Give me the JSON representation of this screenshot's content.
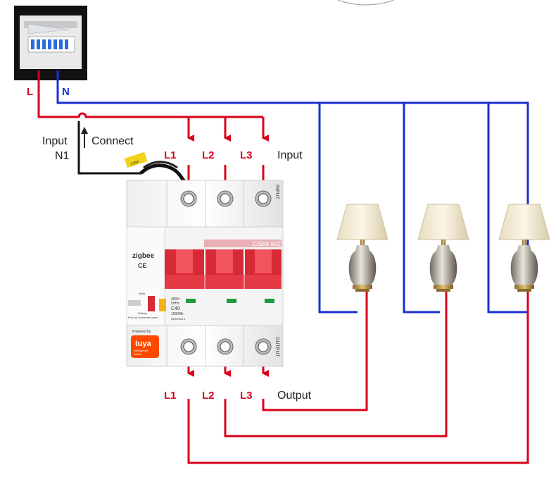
{
  "labels": {
    "line": "L",
    "neutral": "N",
    "input_word": "Input",
    "n1": "N1",
    "connect": "Connect",
    "input_phases": [
      "L1",
      "L2",
      "L3"
    ],
    "input_side": "Input",
    "output_phases": [
      "L1",
      "L2",
      "L3"
    ],
    "output_side": "Output"
  },
  "breaker": {
    "brand": "zigbee",
    "ce": "CE",
    "model": "ZJSB9-80Z",
    "input_vertical": "INPUT",
    "output_vertical": "OUTPUT",
    "spec_lines": [
      "400V~",
      "50Hz",
      "C40",
      "10000A",
      "GB10963.1"
    ],
    "powered_by": "Powered by",
    "tuya": "tuya",
    "tuya_sub": [
      "Intelligence",
      "Inside"
    ],
    "work": "Work",
    "pairing": "Pairing",
    "pull_note": "Pull out to prevent open",
    "tag": "ZJSB"
  },
  "colors": {
    "line_wire": "#d9001b",
    "neutral_wire": "#1a2fd0",
    "n1_wire": "#111111",
    "handle": "#e0303a"
  }
}
